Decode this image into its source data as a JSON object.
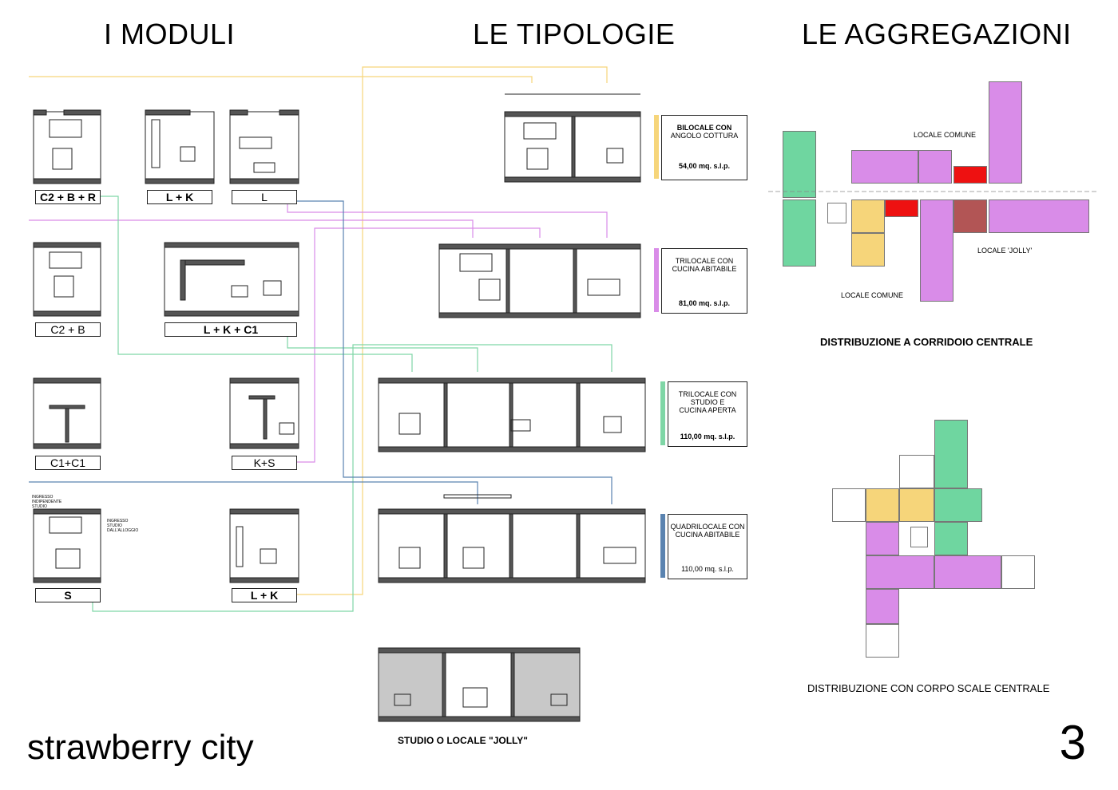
{
  "headers": {
    "moduli": "I MODULI",
    "tipologie": "LE TIPOLOGIE",
    "aggregazioni": "LE AGGREGAZIONI"
  },
  "modules": [
    {
      "label": "C2 + B + R",
      "bold": true
    },
    {
      "label": "L + K",
      "bold": true
    },
    {
      "label": "L",
      "bold": false
    },
    {
      "label": "C2 + B",
      "bold": false
    },
    {
      "label": "L + K + C1",
      "bold": true
    },
    {
      "label": "C1+C1",
      "bold": false
    },
    {
      "label": "K+S",
      "bold": false
    },
    {
      "label": "S",
      "bold": true
    },
    {
      "label": "L + K",
      "bold": true
    }
  ],
  "module_notes": {
    "ingresso_studio": "INGRESSO INDIPENDENTE STUDIO",
    "ingresso_alloggio": "INGRESSO STUDIO DALL'ALLOGGIO"
  },
  "typologies": [
    {
      "line1": "BILOCALE CON",
      "line2": "ANGOLO COTTURA",
      "line3": "",
      "area": "54,00 mq. s.l.p.",
      "color": "#f6d57a"
    },
    {
      "line1": "TRILOCALE CON",
      "line2": "CUCINA ABITABILE",
      "line3": "",
      "area": "81,00 mq. s.l.p.",
      "color": "#d98ce8"
    },
    {
      "line1": "TRILOCALE CON",
      "line2": "STUDIO E",
      "line3": "CUCINA APERTA",
      "area": "110,00 mq. s.l.p.",
      "color": "#7fd6a6"
    },
    {
      "line1": "QUADRILOCALE CON",
      "line2": "CUCINA ABITABILE",
      "line3": "",
      "area": "110,00 mq. s.l.p.",
      "color": "#5a83b0"
    }
  ],
  "jolly_caption": "STUDIO O LOCALE \"JOLLY\"",
  "aggregations": {
    "corridor_caption": "DISTRIBUZIONE A CORRIDOIO CENTRALE",
    "stair_caption": "DISTRIBUZIONE CON CORPO SCALE CENTRALE",
    "labels": {
      "locale_comune_top": "LOCALE COMUNE",
      "locale_comune_bottom": "LOCALE COMUNE",
      "locale_jolly": "LOCALE 'JOLLY'"
    }
  },
  "colors": {
    "yellow": "#f6d57a",
    "magenta": "#d98ce8",
    "green": "#6fd6a0",
    "blue": "#5a83b0",
    "red": "#ee1111",
    "brown": "#b25555",
    "grey": "#bdbdbd"
  },
  "footer": {
    "brand": "strawberry city",
    "page": "3"
  }
}
